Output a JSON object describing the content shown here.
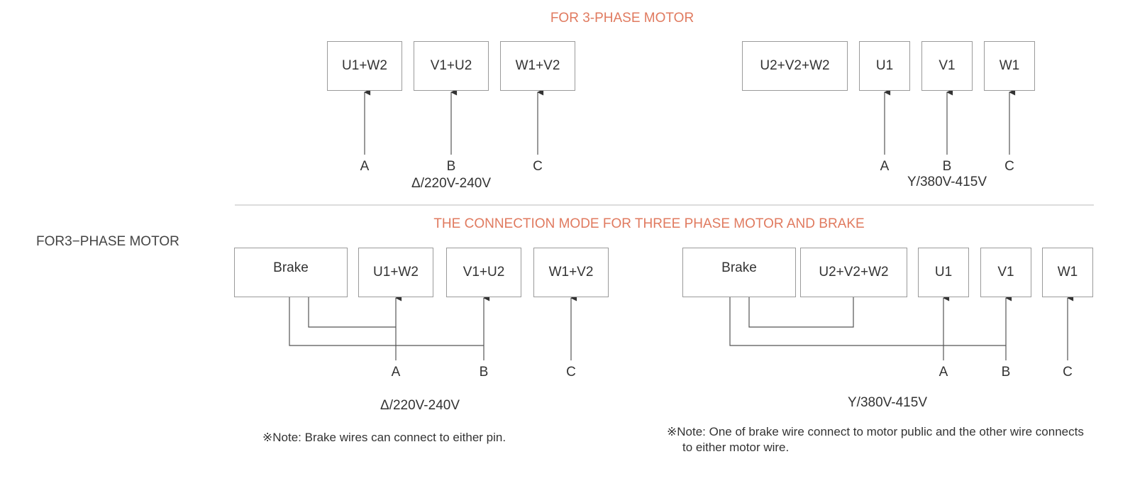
{
  "colors": {
    "heading": "#e07a5f",
    "text": "#333333",
    "line": "#333333",
    "box_border": "#9a9a9a",
    "divider": "#bbbbbb"
  },
  "side_label": "FOR3−PHASE MOTOR",
  "top": {
    "title": "FOR 3-PHASE MOTOR",
    "delta": {
      "boxes": [
        "U1+W2",
        "V1+U2",
        "W1+V2"
      ],
      "inputs": [
        "A",
        "B",
        "C"
      ],
      "voltage": "Δ/220V-240V"
    },
    "star": {
      "boxes": [
        "U2+V2+W2",
        "U1",
        "V1",
        "W1"
      ],
      "inputs": [
        "A",
        "B",
        "C"
      ],
      "voltage": "Y/380V-415V"
    }
  },
  "bottom": {
    "title": "THE CONNECTION MODE FOR THREE PHASE MOTOR AND BRAKE",
    "delta": {
      "boxes": [
        "Brake",
        "U1+W2",
        "V1+U2",
        "W1+V2"
      ],
      "inputs": [
        "A",
        "B",
        "C"
      ],
      "voltage": "Δ/220V-240V",
      "note": "※Note: Brake wires can connect to either pin."
    },
    "star": {
      "boxes": [
        "Brake",
        "U2+V2+W2",
        "U1",
        "V1",
        "W1"
      ],
      "inputs": [
        "A",
        "B",
        "C"
      ],
      "voltage": "Y/380V-415V",
      "note": "※Note: One of brake wire connect to motor public and the other wire connects to either motor wire."
    }
  }
}
